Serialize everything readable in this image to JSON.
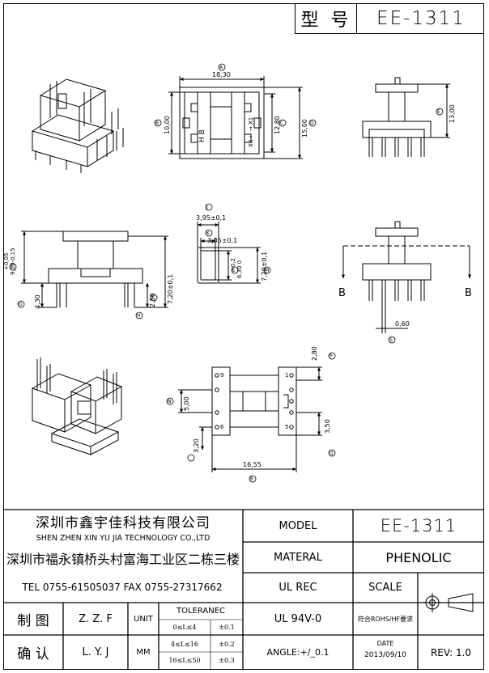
{
  "header": {
    "type_label": "型 号",
    "type_value": "EE-1311"
  },
  "drawing": {
    "dims": {
      "a_len": "18,30",
      "b_len": "10,00",
      "c_len": "12,80",
      "d_len": "15,00",
      "e_len": "13,00",
      "f_len": "+0,05\n9,10-0,15",
      "f_upper": "+0,05",
      "f_lower": "9,10-0,15",
      "g_len": "4,30",
      "h_len": "2,50",
      "i_len": "7,20±0,1",
      "j_len": "3,95±0,1",
      "k_len": "3,05±0,1",
      "l_upper": "+0,2",
      "l_lower": "6,30  0",
      "m_len": "7,20±0,1",
      "n_len": "0,60",
      "p_len": "2,80",
      "q_len": "3,50",
      "r_len": "16,55",
      "s_len": "5,00",
      "t_len": "3,20",
      "b_label_left": "B",
      "b_label_right": "B",
      "pin9": "9",
      "pin6": "6",
      "pin1": "1",
      "pin5": "5"
    },
    "markers": {
      "a": "A",
      "b": "B",
      "c": "C",
      "d": "D",
      "e": "E",
      "f": "F",
      "g": "G",
      "h": "H",
      "j": "J",
      "k": "K",
      "l": "L",
      "m": "M",
      "n": "N",
      "p": "P",
      "q": "Q",
      "r": "R",
      "s": "S",
      "t": "T"
    },
    "part_text": {
      "hb": "H B",
      "xx": "XX ← → X1"
    }
  },
  "title_block": {
    "company_cn": "深圳市鑫宇佳科技有限公司",
    "company_en": "SHEN ZHEN XIN YU JIA TECHNOLOGY CO.,LTD",
    "address_cn": "深圳市福永镇桥头村富海工业区二栋三楼",
    "contact": "TEL 0755-61505037 FAX 0755-27317662",
    "model_label": "MODEL",
    "model_value": "EE-1311",
    "material_label": "MATERAL",
    "material_value": "PHENOLIC",
    "ul_label": "UL REC",
    "ul_value": "UL 94V-0",
    "scale_label": "SCALE",
    "rohs": "符合ROHS/HF要求",
    "drawn_label": "制 图",
    "drawn_by": "Z. Z. F",
    "check_label": "确 认",
    "check_by": "L. Y. J",
    "unit_label": "UNIT",
    "unit_value": "MM",
    "tolerance_label": "TOLERANEC",
    "tol_1_range": "0≤L≤4",
    "tol_1_value": "±0.1",
    "tol_2_range": "4≤L≤16",
    "tol_2_value": "±0.2",
    "tol_3_range": "16≤L≤50",
    "tol_3_value": "±0.3",
    "angle": "ANGLE:+/_0.1",
    "date_label": "DATE",
    "date_value": "2013/09/10",
    "rev": "REV: 1.0"
  }
}
